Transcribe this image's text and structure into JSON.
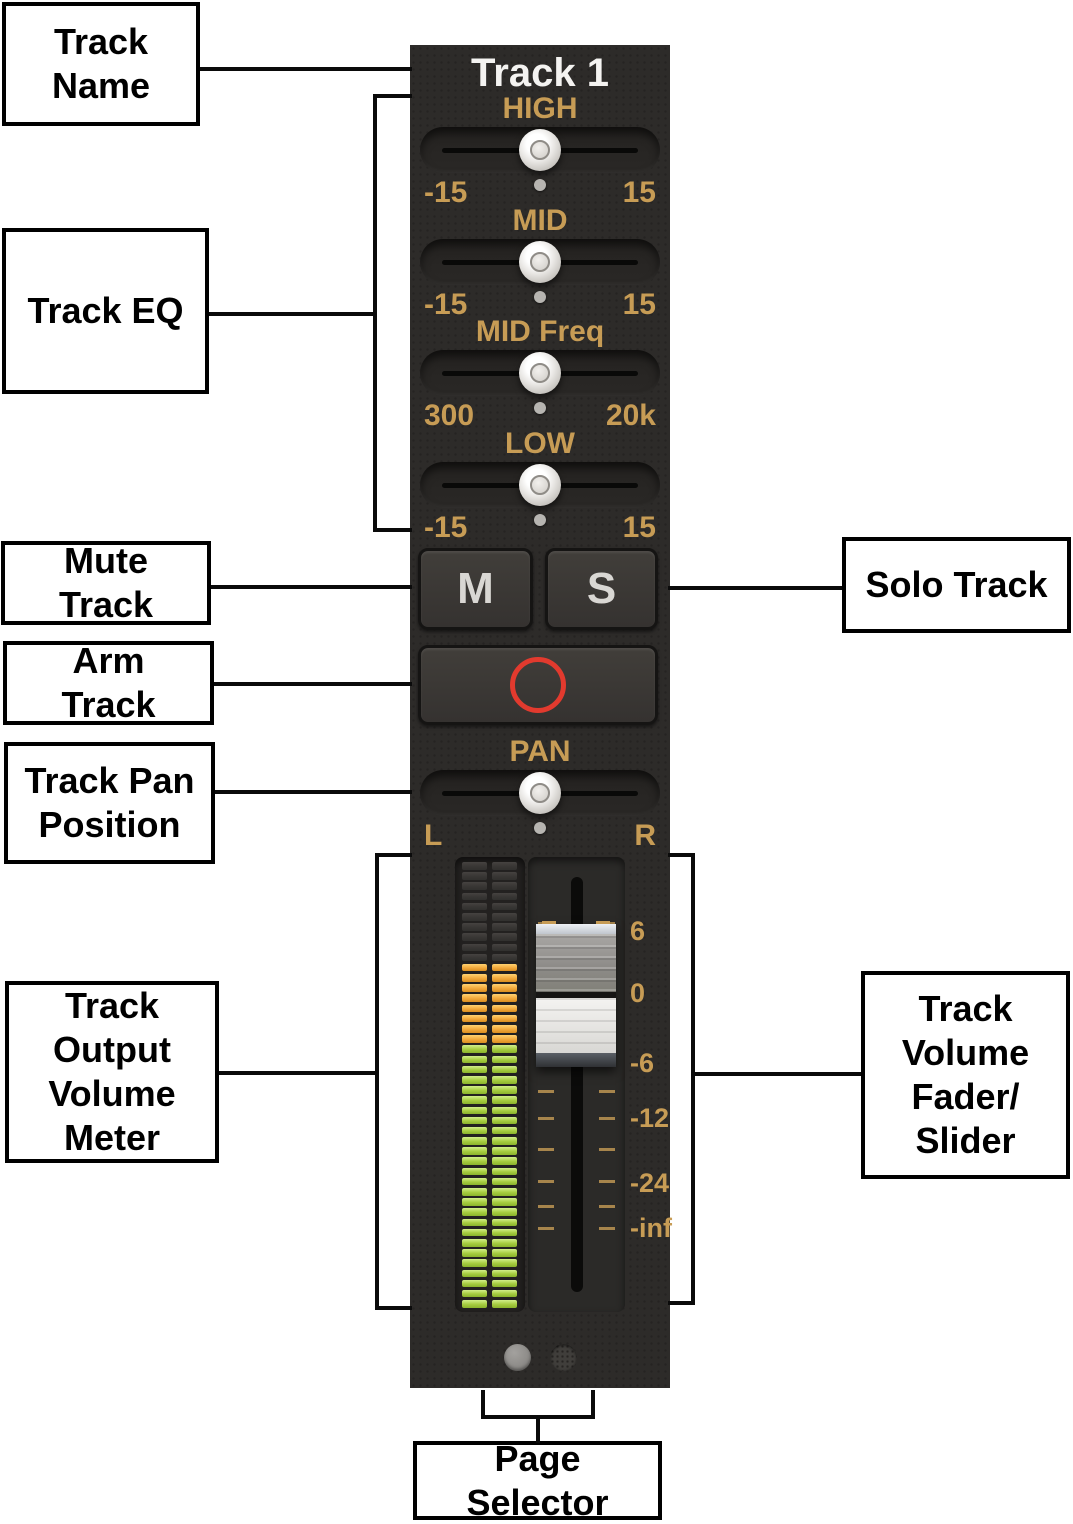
{
  "mixer": {
    "track_name": "Track 1",
    "eq_bands": [
      {
        "label": "HIGH",
        "min": "-15",
        "max": "15"
      },
      {
        "label": "MID",
        "min": "-15",
        "max": "15"
      },
      {
        "label": "MID Freq",
        "min": "300",
        "max": "20k"
      },
      {
        "label": "LOW",
        "min": "-15",
        "max": "15"
      }
    ],
    "mute_label": "M",
    "solo_label": "S",
    "pan": {
      "label": "PAN",
      "min": "L",
      "max": "R"
    },
    "fader_scale": [
      "6",
      "0",
      "-6",
      "-12",
      "-24",
      "-inf"
    ],
    "meter": {
      "columns": 2,
      "segments_total": 44,
      "segments_off": 10,
      "segments_amber": 8,
      "segments_green": 26
    },
    "page_dots": {
      "count": 2,
      "active_index": 0
    }
  },
  "callouts": {
    "track_name": {
      "label": "Track\nName"
    },
    "track_eq": {
      "label": "Track EQ"
    },
    "mute_track": {
      "label": "Mute\nTrack"
    },
    "arm_track": {
      "label": "Arm\nTrack"
    },
    "track_pan": {
      "label": "Track Pan\nPosition"
    },
    "output_meter": {
      "label": "Track\nOutput\nVolume\nMeter"
    },
    "solo_track": {
      "label": "Solo Track"
    },
    "volume_fader": {
      "label": "Track\nVolume\nFader/\nSlider"
    },
    "page_selector": {
      "label": "Page\nSelector"
    }
  },
  "colors": {
    "strip_bg": "#2d2b29",
    "gold": "#c79c55",
    "record_red": "#e23a2e",
    "led_amber": "#f2a93c",
    "led_green": "#a6cc40",
    "led_off": "#3a3835"
  }
}
